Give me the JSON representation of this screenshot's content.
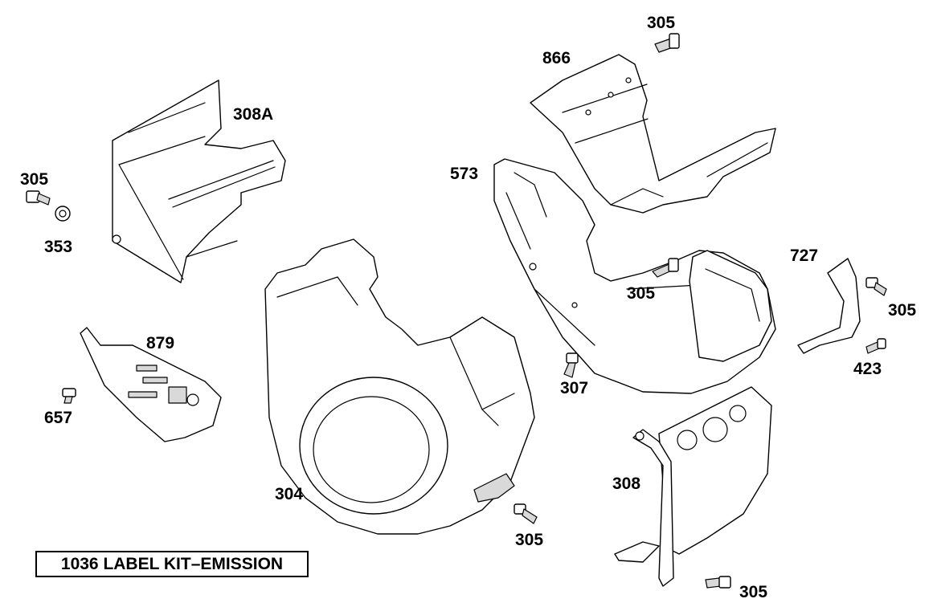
{
  "diagram": {
    "callouts": {
      "c305_top": "305",
      "c866": "866",
      "c308a": "308A",
      "c305_left": "305",
      "c353": "353",
      "c573": "573",
      "c727": "727",
      "c305_mid": "305",
      "c305_right": "305",
      "c879": "879",
      "c423": "423",
      "c307": "307",
      "c657": "657",
      "c308": "308",
      "c304": "304",
      "c305_bottom": "305",
      "c305_br": "305"
    },
    "kit_label": "1036 LABEL KIT–EMISSION"
  }
}
